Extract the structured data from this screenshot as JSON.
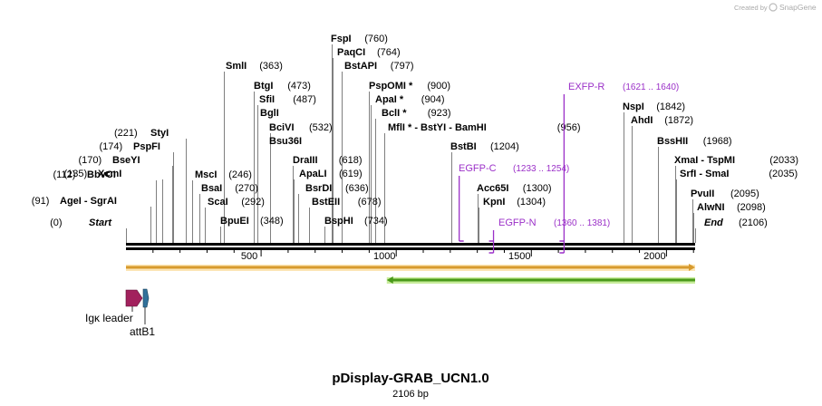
{
  "credit": {
    "text": "Created by",
    "brand": "SnapGene"
  },
  "plasmid": {
    "name": "pDisplay-GRAB_UCN1.0",
    "length_label": "2106 bp",
    "length": 2106
  },
  "scale": {
    "ticks": [
      500,
      1000,
      1500,
      2000
    ]
  },
  "sites": [
    {
      "name": "Start",
      "pos": 0,
      "label": "(0)",
      "italic": true
    },
    {
      "name": "AgeI  -  SgrAI",
      "pos": 91,
      "label": "(91)"
    },
    {
      "name": "BbvCI",
      "pos": 112,
      "label": "(112)"
    },
    {
      "name": "XcmI",
      "pos": 135,
      "label": "(135)"
    },
    {
      "name": "BseYI",
      "pos": 170,
      "label": "(170)"
    },
    {
      "name": "PspFI",
      "pos": 174,
      "label": "(174)"
    },
    {
      "name": "StyI",
      "pos": 221,
      "label": "(221)",
      "label_first": true
    },
    {
      "name": "MscI",
      "pos": 246,
      "label": "(246)"
    },
    {
      "name": "BsaI",
      "pos": 270,
      "label": "(270)"
    },
    {
      "name": "ScaI",
      "pos": 292,
      "label": "(292)"
    },
    {
      "name": "BpuEI",
      "pos": 348,
      "label": "(348)"
    },
    {
      "name": "SmlI",
      "pos": 363,
      "label": "(363)"
    },
    {
      "name": "BtgI",
      "pos": 473,
      "label": "(473)"
    },
    {
      "name": "SfiI",
      "pos": 487,
      "label": "(487)"
    },
    {
      "name": "BglI",
      "pos": 487,
      "label": ""
    },
    {
      "name": "BciVI",
      "pos": 532,
      "label": "(532)"
    },
    {
      "name": "Bsu36I",
      "pos": 532,
      "label": ""
    },
    {
      "name": "DraIII",
      "pos": 618,
      "label": "(618)"
    },
    {
      "name": "ApaLI",
      "pos": 619,
      "label": "(619)"
    },
    {
      "name": "BsrDI",
      "pos": 636,
      "label": "(636)"
    },
    {
      "name": "BstEII",
      "pos": 678,
      "label": "(678)"
    },
    {
      "name": "BspHI",
      "pos": 734,
      "label": "(734)"
    },
    {
      "name": "FspI",
      "pos": 760,
      "label": "(760)"
    },
    {
      "name": "PaqCI",
      "pos": 764,
      "label": "(764)"
    },
    {
      "name": "BstAPI",
      "pos": 797,
      "label": "(797)"
    },
    {
      "name": "PspOMI *",
      "pos": 900,
      "label": "(900)"
    },
    {
      "name": "ApaI *",
      "pos": 904,
      "label": "(904)"
    },
    {
      "name": "BclI *",
      "pos": 923,
      "label": "(923)"
    },
    {
      "name": "MflI *  -  BstYI  -  BamHI",
      "pos": 956,
      "label": "(956)"
    },
    {
      "name": "BstBI",
      "pos": 1204,
      "label": "(1204)"
    },
    {
      "name": "Acc65I",
      "pos": 1300,
      "label": "(1300)"
    },
    {
      "name": "KpnI",
      "pos": 1304,
      "label": "(1304)"
    },
    {
      "name": "NspI",
      "pos": 1842,
      "label": "(1842)"
    },
    {
      "name": "AhdI",
      "pos": 1872,
      "label": "(1872)"
    },
    {
      "name": "BssHII",
      "pos": 1968,
      "label": "(1968)"
    },
    {
      "name": "XmaI  -  TspMI",
      "pos": 2033,
      "label": "(2033)"
    },
    {
      "name": "SrfI  -  SmaI",
      "pos": 2035,
      "label": "(2035)"
    },
    {
      "name": "PvuII",
      "pos": 2095,
      "label": "(2095)"
    },
    {
      "name": "AlwNI",
      "pos": 2098,
      "label": "(2098)"
    },
    {
      "name": "End",
      "pos": 2106,
      "label": "(2106)",
      "italic": true
    }
  ],
  "primers": [
    {
      "name": "EXFP-R",
      "range": "(1621 .. 1640)",
      "start": 1621,
      "end": 1640,
      "direction": "reverse"
    },
    {
      "name": "EGFP-C",
      "range": "(1233 .. 1254)",
      "start": 1233,
      "end": 1254,
      "direction": "forward"
    },
    {
      "name": "EGFP-N",
      "range": "(1360 .. 1381)",
      "start": 1360,
      "end": 1381,
      "direction": "reverse"
    }
  ],
  "features": [
    {
      "name": "",
      "start": 0,
      "end": 2106,
      "direction": "forward",
      "color": "#f5c56a"
    },
    {
      "name": "",
      "start": 965,
      "end": 2106,
      "direction": "reverse",
      "color": "#8ed24a"
    },
    {
      "name": "Igκ leader",
      "start": 1,
      "end": 57,
      "direction": "forward",
      "color": "#a2215d"
    },
    {
      "name": "attB1",
      "start": 62,
      "end": 86,
      "direction": "forward",
      "color": "#31719a"
    }
  ],
  "colors": {
    "primer": "#9b30c8",
    "text": "#000000",
    "tick_line": "#808080",
    "backbone": "#000000"
  }
}
